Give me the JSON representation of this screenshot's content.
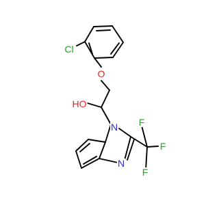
{
  "molecule": {
    "atom_colors": {
      "Cl": "#2a9d2a",
      "O": "#e8251f",
      "N": "#2a2ad8",
      "F": "#2a9d2a",
      "C": "#000000"
    },
    "labels": {
      "cl": "Cl",
      "ether_o": "O",
      "ho": "HO",
      "n1": "N",
      "n3": "N",
      "f_top": "F",
      "f_right": "F",
      "f_bottom": "F"
    }
  }
}
